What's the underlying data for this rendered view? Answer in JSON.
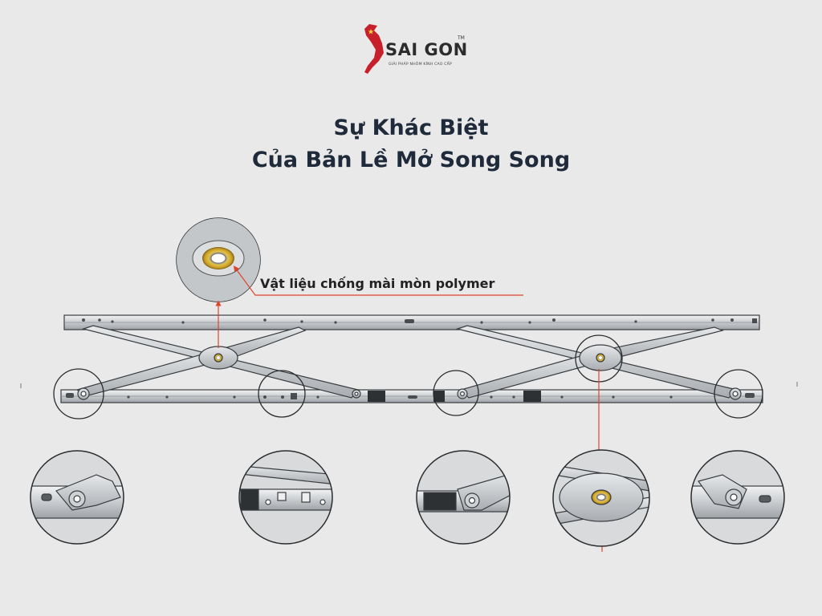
{
  "logo": {
    "word": "SAI GON",
    "trademark": "TM",
    "tagline": "GIẢI PHÁP NHÔM KÍNH CAO CẤP"
  },
  "heading": {
    "line1": "Sự Khác Biệt",
    "line2": "Của Bản Lề Mở Song Song"
  },
  "callout": {
    "label": "Vật liệu chống mài mòn polymer"
  },
  "colors": {
    "background": "#e9e9e9",
    "title": "#1f2a3a",
    "arrow": "#e0442c",
    "logo_red": "#c8202b",
    "polymer_yellow": "#d9b23a",
    "metal": "#bfc3c6",
    "outline": "#3a3d40"
  },
  "icons": {
    "logo_map": "vietnam-map-icon"
  }
}
